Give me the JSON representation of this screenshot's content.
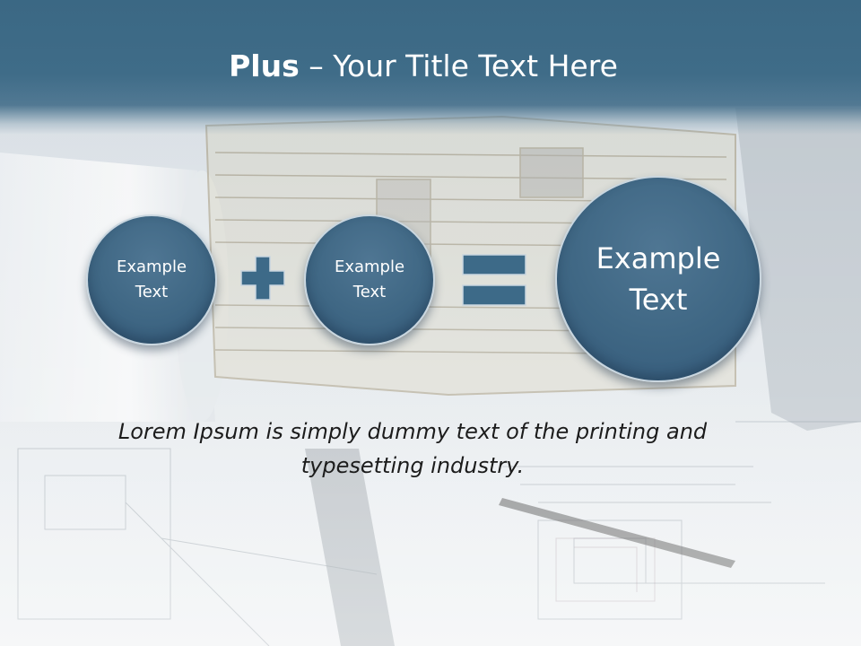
{
  "title": {
    "bold": "Plus",
    "rest": " – Your Title Text Here"
  },
  "circles": [
    {
      "text": "Example\nText"
    },
    {
      "text": "Example\nText"
    },
    {
      "text": "Example\nText"
    }
  ],
  "body_text": "Lorem Ipsum is simply dummy text of the printing and typesetting industry.",
  "colors": {
    "title_band": "#3f6c88",
    "circle_fill": "#3f6784",
    "operator_fill": "#3d6a88"
  },
  "icons": {
    "operator_1": "plus-icon",
    "operator_2": "equals-icon"
  }
}
